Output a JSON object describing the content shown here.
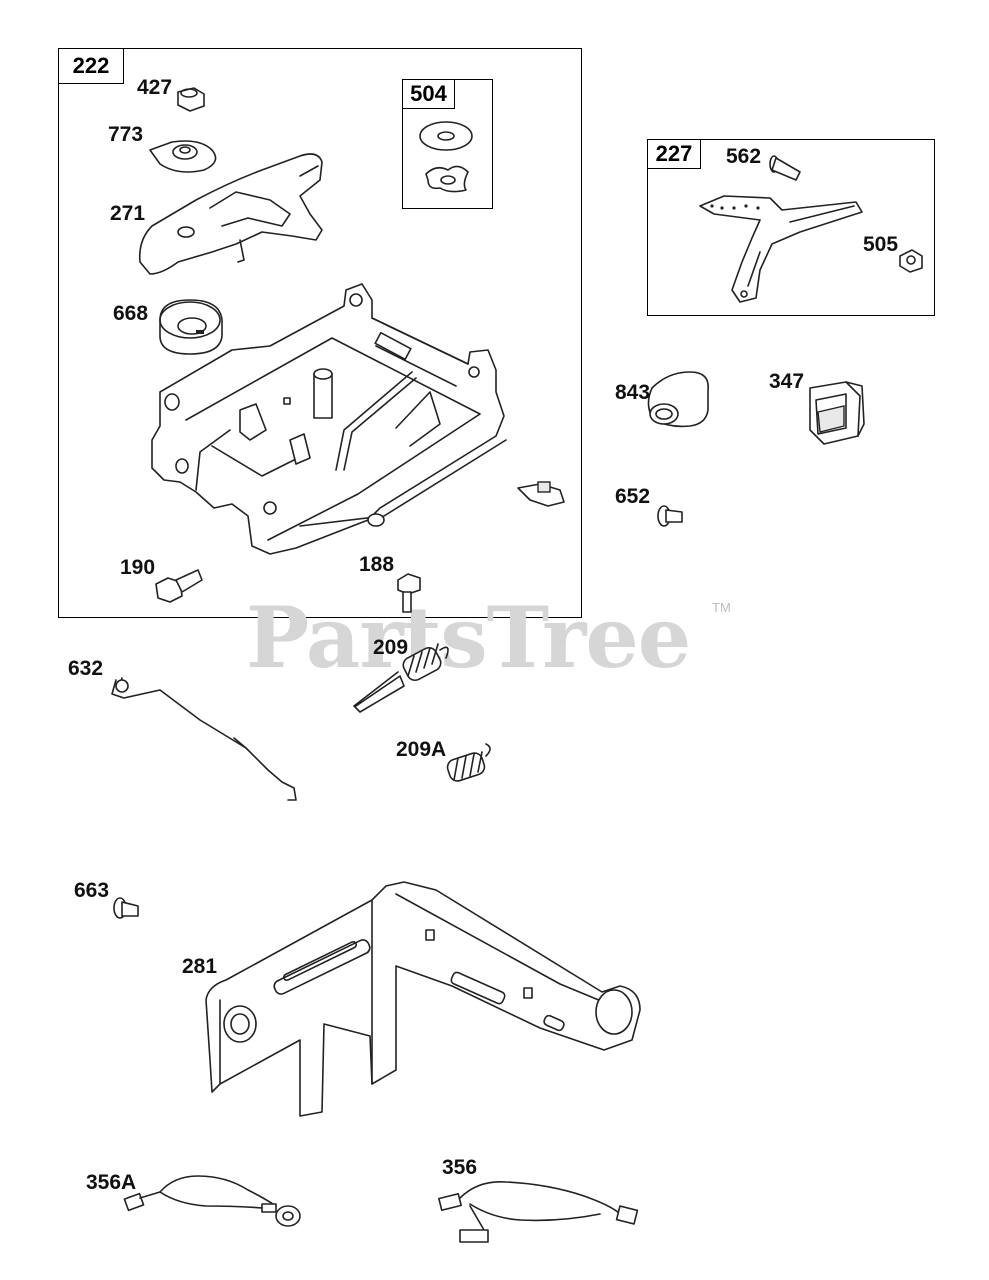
{
  "watermark": {
    "text": "PartsTree",
    "trademark": "TM"
  },
  "groups": [
    {
      "id": "222"
    },
    {
      "id": "504"
    },
    {
      "id": "227"
    }
  ],
  "labels": {
    "p427": "427",
    "p773": "773",
    "p271": "271",
    "p668": "668",
    "p190": "190",
    "p188": "188",
    "p562": "562",
    "p505": "505",
    "p843": "843",
    "p347": "347",
    "p652": "652",
    "p632": "632",
    "p209": "209",
    "p209a": "209A",
    "p663": "663",
    "p281": "281",
    "p356a": "356A",
    "p356": "356"
  }
}
